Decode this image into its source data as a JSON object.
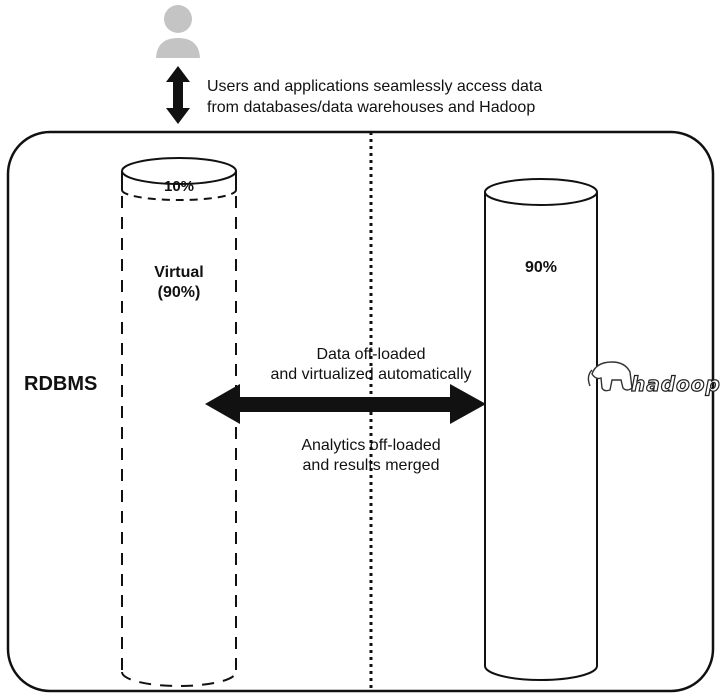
{
  "user_caption": {
    "line1": "Users and applications seamlessly access data",
    "line2": "from databases/data warehouses and Hadoop"
  },
  "rdbms": {
    "label": "RDBMS",
    "top_percent_label": "10%",
    "virtual_label": "Virtual",
    "virtual_percent_label": "(90%)"
  },
  "hadoop": {
    "percent_label": "90%",
    "logo_text": "hadoop"
  },
  "middle": {
    "offload_line1": "Data off-loaded",
    "offload_line2": "and virtualized automatically",
    "analytics_line1": "Analytics off-loaded",
    "analytics_line2": "and results merged"
  },
  "colors": {
    "user_icon": "#c4c4c4",
    "stroke": "#111111",
    "arrow": "#111111"
  }
}
